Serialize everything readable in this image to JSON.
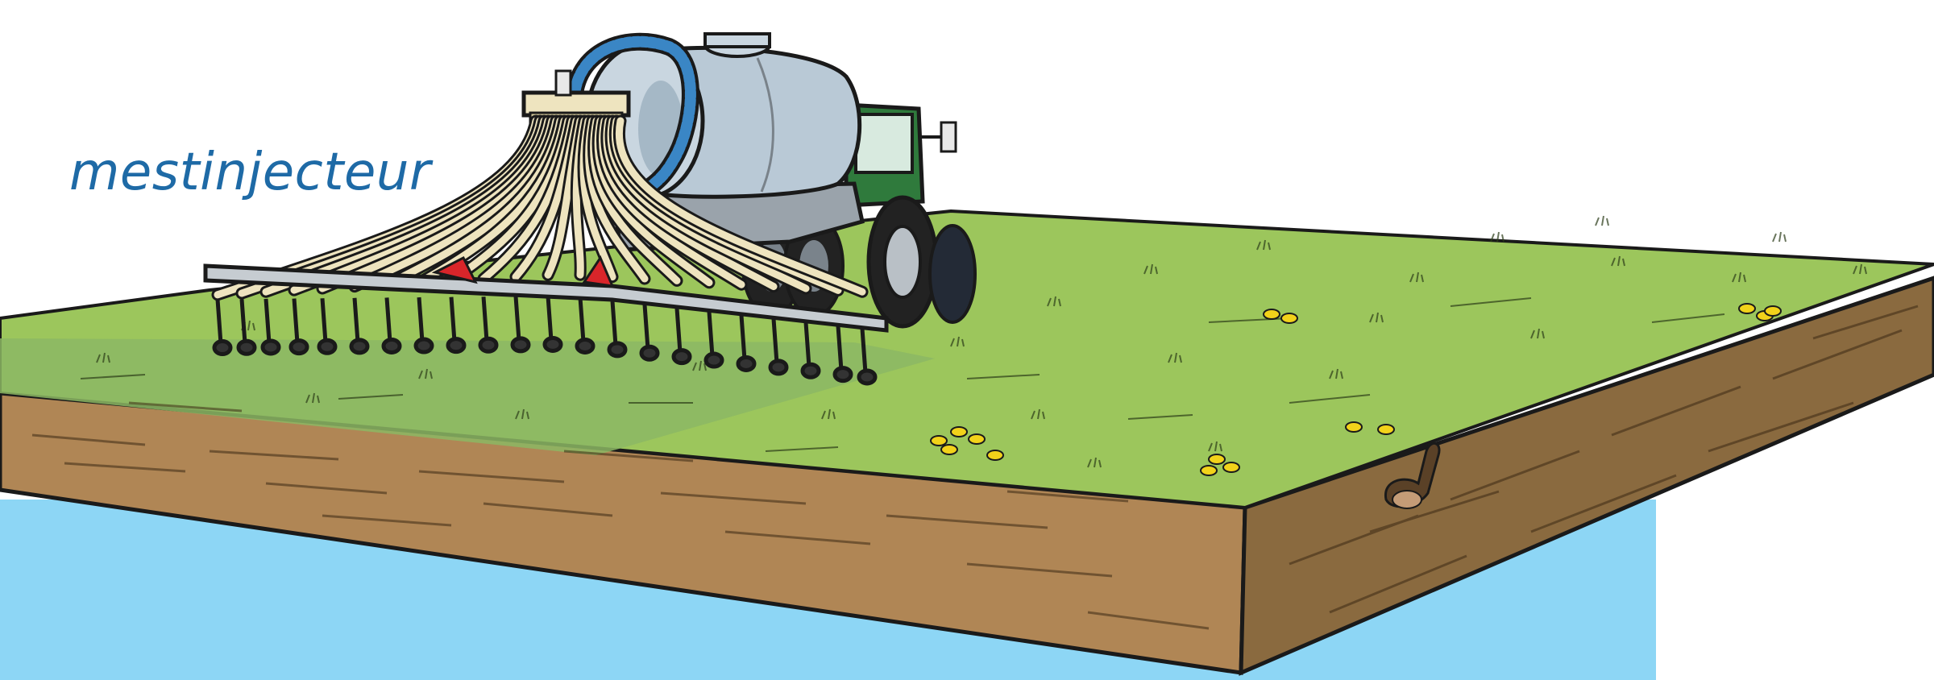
{
  "caption": {
    "text": "mestinjecteur"
  },
  "colors": {
    "caption": "#1e6aa6",
    "water": "#8dd6f5",
    "grass": "#9cc65c",
    "grass_treated": "#8cb764",
    "soil_front": "#b08655",
    "soil_side": "#8a6a3f",
    "outline": "#1a1a1a",
    "tank": "#b9c9d6",
    "tank_shadow": "#8ea3b4",
    "hose": "#eee4bf",
    "tractor": "#2f7a3c",
    "hose_coil": "#3a86c5",
    "frame": "#c6ccd1",
    "reflector": "#d9252a",
    "flowers": "#f2d21a"
  },
  "illustration": {
    "subject": "tractor-with-slurry-tank",
    "implement": "manure-injector",
    "ground": "grass-field-on-soil-block",
    "animal": "mole-in-burrow"
  }
}
